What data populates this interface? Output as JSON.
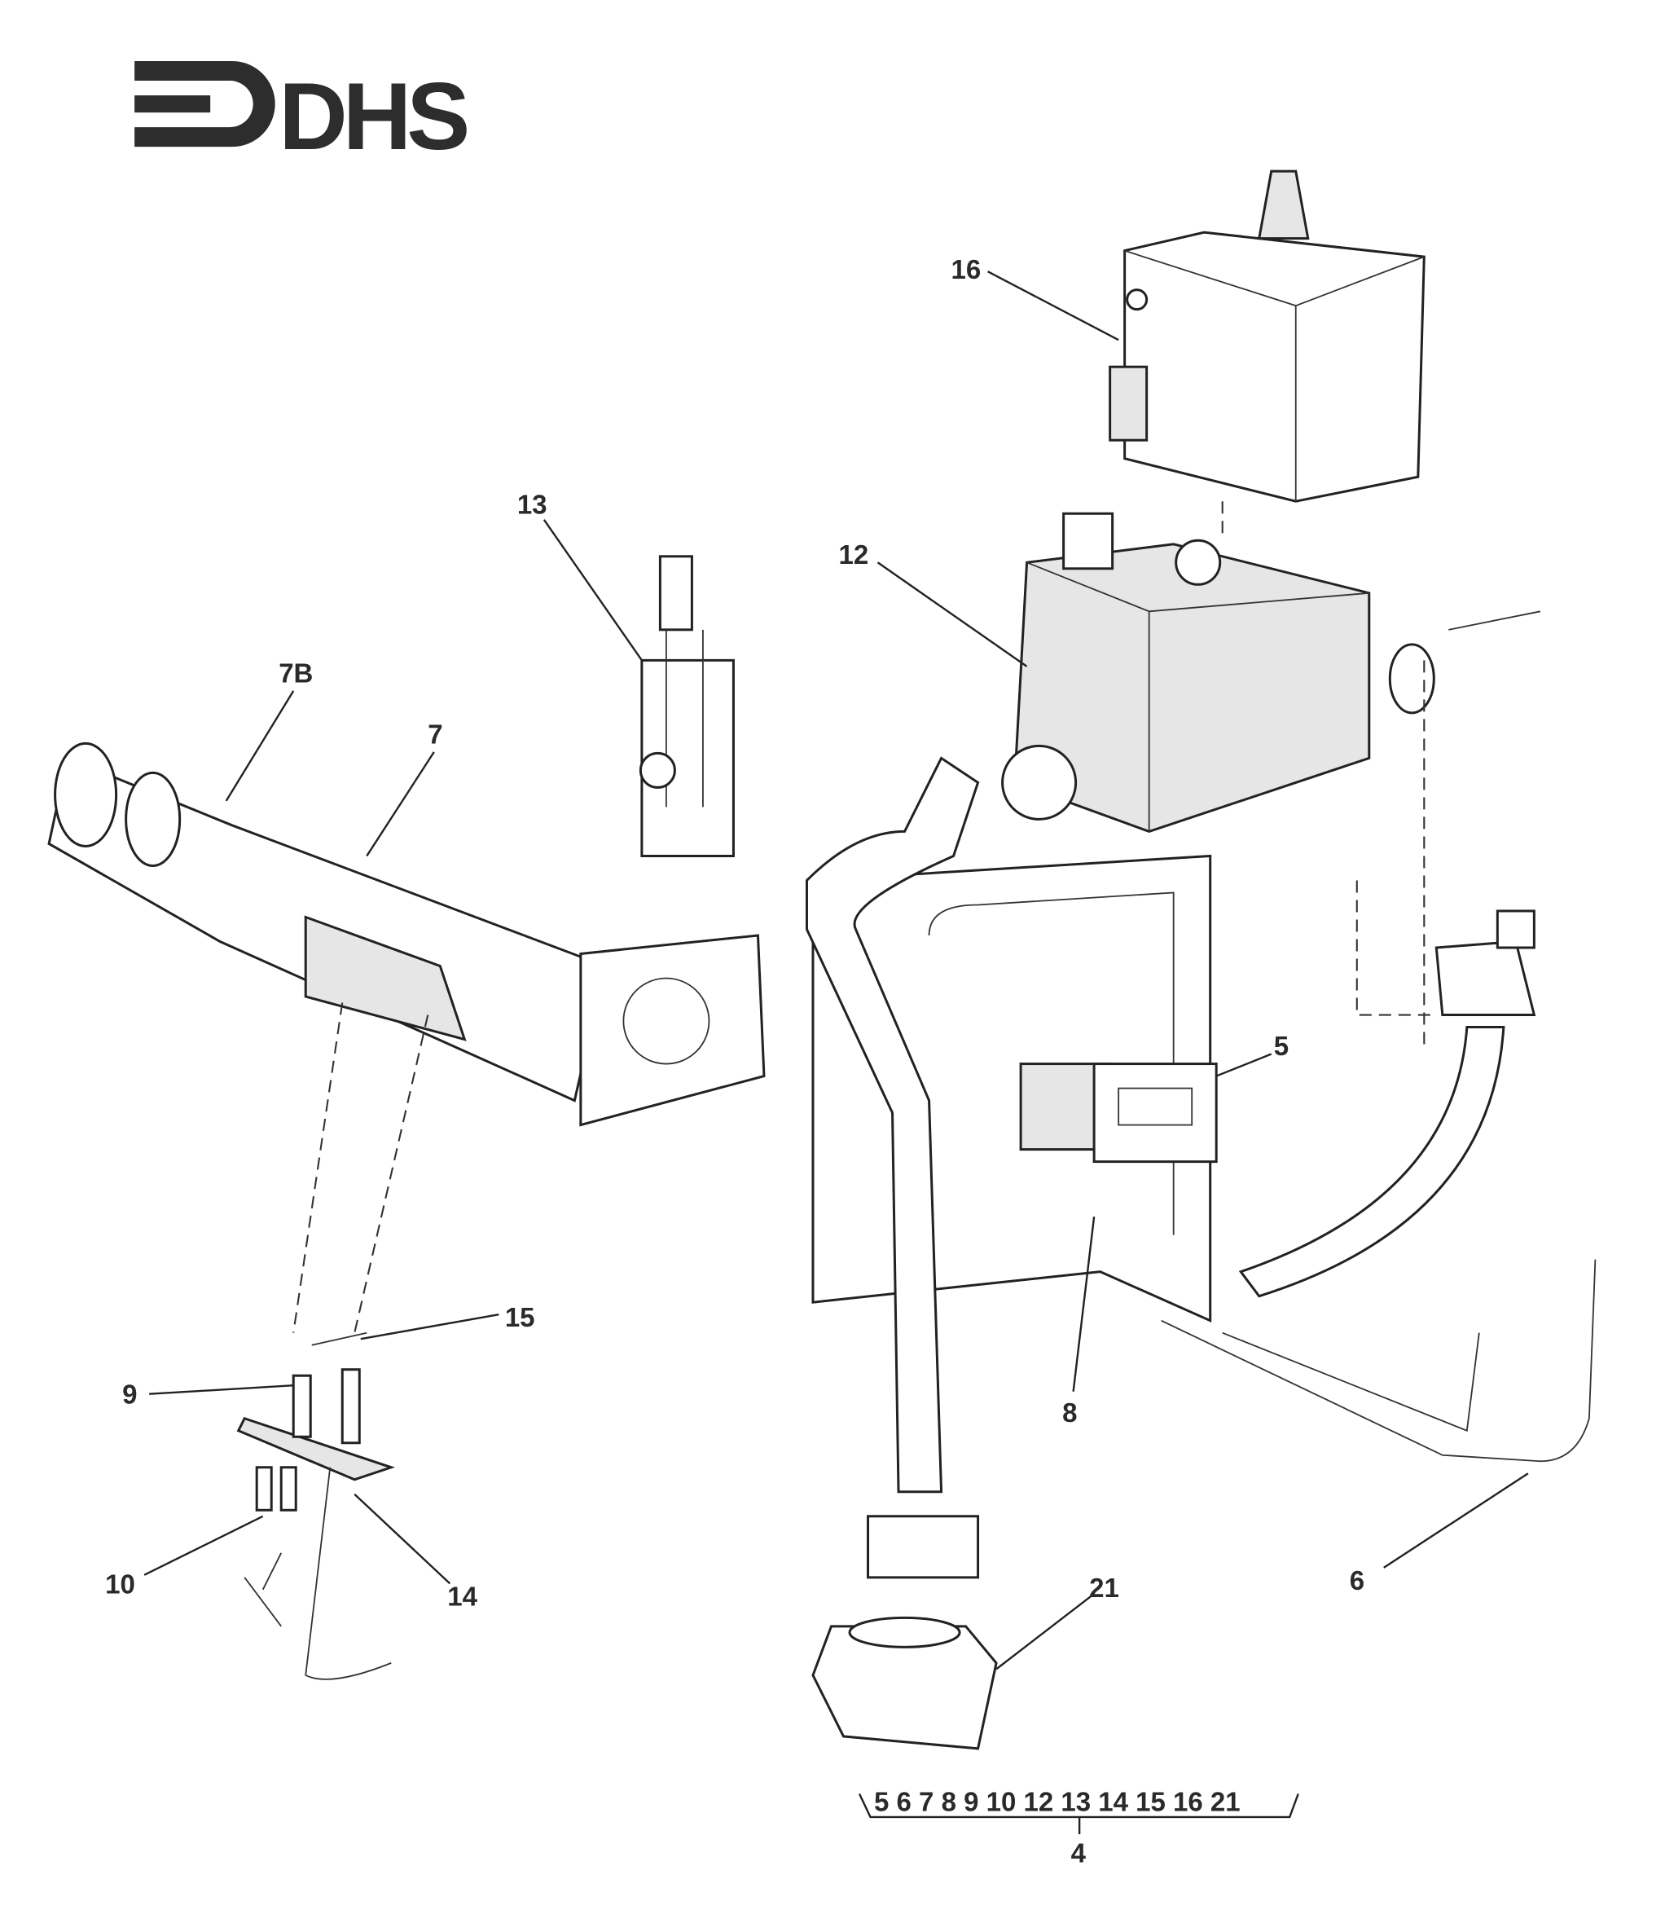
{
  "logo": {
    "text": "DHS"
  },
  "callouts": {
    "c16": "16",
    "c13": "13",
    "c12": "12",
    "c7b": "7B",
    "c7": "7",
    "c5": "5",
    "c15": "15",
    "c9": "9",
    "c8": "8",
    "c21": "21",
    "c6": "6",
    "c10": "10",
    "c14": "14"
  },
  "assembly": {
    "components": "5 6 7 8 9 10 12 13 14 15 16 21",
    "parent": "4"
  }
}
